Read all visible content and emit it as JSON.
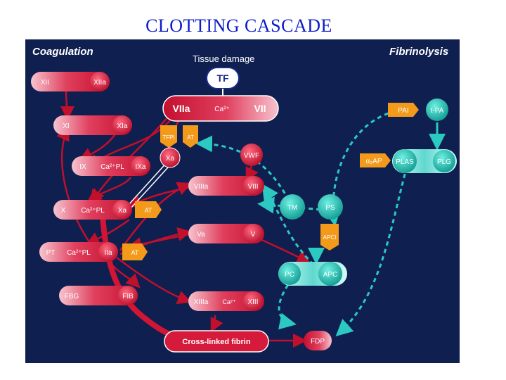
{
  "slide": {
    "title": "CLOTTING CASCADE"
  },
  "panel": {
    "coagulation_heading": "Coagulation",
    "fibrinolysis_heading": "Fibrinolysis",
    "tissue_damage_label": "Tissue damage"
  },
  "colors": {
    "panel_bg": "#0f1f4f",
    "red_pill": "#d61a3c",
    "pink_pill": "#f4b6c3",
    "orange_tag": "#f39a1a",
    "teal_node": "#19b8ac",
    "arrow_red": "#c0102c",
    "arrow_teal": "#2cc9c2",
    "title_blue": "#0a1cc8"
  },
  "labels": {
    "tf": "TF",
    "viia": "VIIa",
    "ca_vii": "Ca²⁺",
    "vii": "VII",
    "xii": "XII",
    "xiia": "XIIa",
    "xi": "XI",
    "xia": "XIa",
    "tfpi": "TFPI",
    "at_small": "AT",
    "xa_small": "Xa",
    "vwf": "VWF",
    "ix": "IX",
    "ca_pl_ix": "Ca²⁺PL",
    "ixa": "IXa",
    "viiia": "VIIIa",
    "viii": "VIII",
    "x": "X",
    "ca_pl_x": "Ca²⁺PL",
    "xa": "Xa",
    "at_x": "AT",
    "tm": "TM",
    "ps": "PS",
    "va": "Va",
    "v": "V",
    "apci": "APCI",
    "pt": "PT",
    "ca_pl_pt": "Ca²⁺PL",
    "iia": "IIa",
    "at_pt": "AT",
    "pc": "PC",
    "apc": "APC",
    "fbg": "FBG",
    "fib": "FIB",
    "xiiia": "XIIIa",
    "ca_xiii": "Ca²⁺",
    "xiii": "XIII",
    "crosslinked_fibrin": "Cross-linked fibrin",
    "fdp": "FDP",
    "pai": "PAI",
    "tpa": "t-PA",
    "a2ap": "α₂AP",
    "plas": "PLAS",
    "plg": "PLG"
  }
}
